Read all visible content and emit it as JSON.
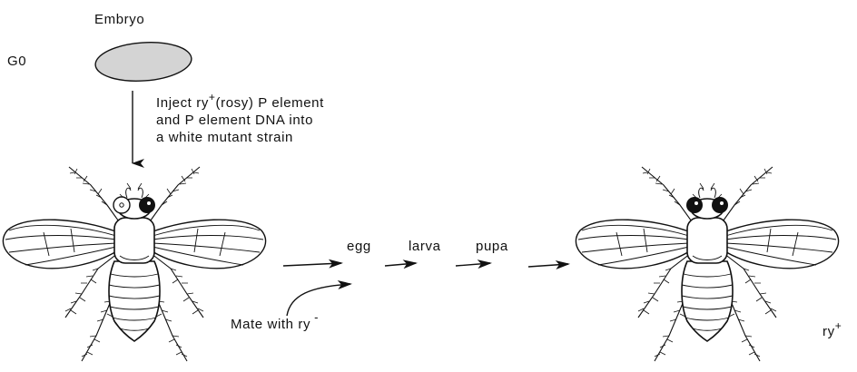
{
  "labels": {
    "embryo": "Embryo",
    "generation": "G0",
    "inject_line1": "Inject ry",
    "inject_sup": "+",
    "inject_line1_rest": "(rosy) P element",
    "inject_line2": "and P element DNA into",
    "inject_line3": "a white mutant strain",
    "stage_egg": "egg",
    "stage_larva": "larva",
    "stage_pupa": "pupa",
    "mate": "Mate with ry",
    "mate_sup": "-",
    "result": "ry",
    "result_sup": "+"
  },
  "colors": {
    "embryo_fill": "#d4d4d4",
    "ink": "#111111",
    "background": "#ffffff"
  }
}
